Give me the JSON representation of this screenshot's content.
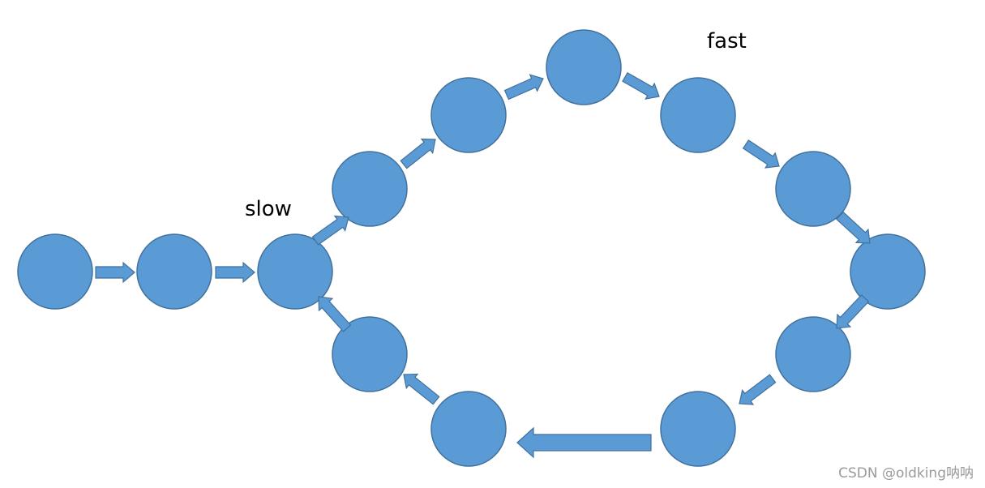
{
  "diagram": {
    "labels": {
      "slow": "slow",
      "fast": "fast"
    },
    "node_count": 13,
    "colors": {
      "node_fill": "#5b9bd5",
      "node_stroke": "#41719c",
      "arrow_fill": "#5b9bd5",
      "arrow_stroke": "#41719c",
      "label": "#000000",
      "watermark": "#9a9a9a"
    }
  },
  "watermark": {
    "text": "CSDN @oldking呐呐"
  }
}
